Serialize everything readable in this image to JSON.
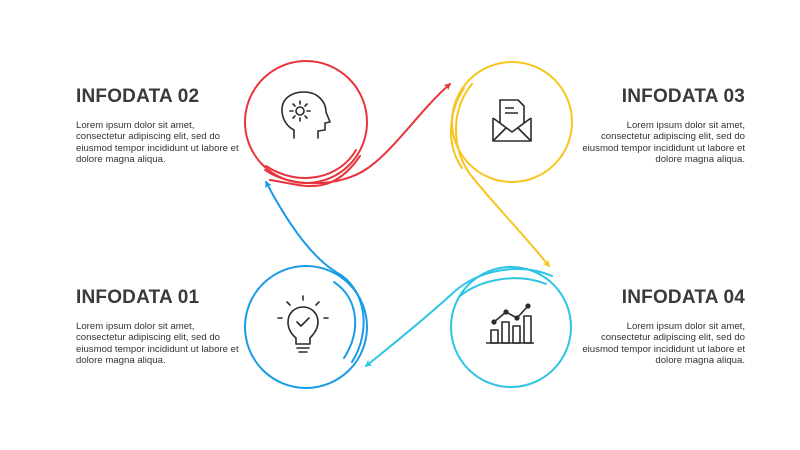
{
  "blocks": [
    {
      "id": "01",
      "title": "INFODATA 01",
      "text": "Lorem ipsum dolor sit amet, consectetur adipiscing elit, sed do eiusmod tempor incididunt ut labore et dolore magna aliqua.",
      "color": "#1a9be8",
      "icon": "lightbulb-check-icon"
    },
    {
      "id": "02",
      "title": "INFODATA 02",
      "text": "Lorem ipsum dolor sit amet, consectetur adipiscing elit, sed do eiusmod tempor incididunt ut labore et dolore magna aliqua.",
      "color": "#e8343c",
      "icon": "head-gear-icon"
    },
    {
      "id": "03",
      "title": "INFODATA 03",
      "text": "Lorem ipsum dolor sit amet, consectetur adipiscing elit, sed do eiusmod tempor incididunt ut labore et dolore magna aliqua.",
      "color": "#f7c51e",
      "icon": "envelope-letter-icon"
    },
    {
      "id": "04",
      "title": "INFODATA 04",
      "text": "Lorem ipsum dolor sit amet, consectetur adipiscing elit, sed do eiusmod tempor incididunt ut labore et dolore magna aliqua.",
      "color": "#2ec4e6",
      "icon": "bar-chart-trend-icon"
    }
  ],
  "colors": {
    "heading": "#3a3a3a",
    "body": "#333333",
    "icon_stroke": "#2b2b2b",
    "background": "#ffffff"
  }
}
